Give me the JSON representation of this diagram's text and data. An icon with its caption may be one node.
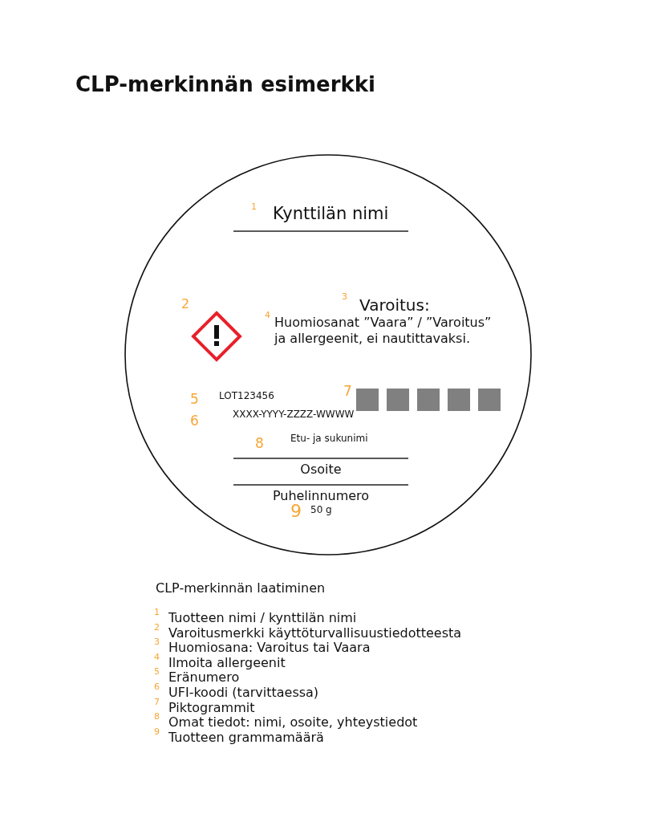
{
  "diagram": {
    "title": "CLP-merkinnän esimerkki",
    "nodes": [
      {
        "text": [
          "1",
          "Kynttilän nimi",
          "2",
          "3",
          "Varoitus:",
          "4",
          "Huomiosanat ”Vaara” / ”Varoitus” ja allergeenit, ei nautittavaksi.",
          "7",
          "5",
          "LOT123456",
          "6",
          "XXXX-YYYY-ZZZZ-WWWW",
          "8",
          "Etu- ja sukunimi",
          "Osoite",
          "Puhelinnumero",
          "9",
          "50 g"
        ]
      }
    ],
    "edges": [],
    "labels": [
      "CLP-merkinnän laatiminen",
      "1",
      "Tuotteen nimi / kynttilän nimi",
      "2",
      "Varoitusmerkki käyttöturvallisuustiedotteesta",
      "3",
      "Huomiosana: Varoitus tai Vaara",
      "4",
      "Ilmoita allergeenit",
      "5",
      "Eränumero",
      "6",
      "UFI-koodi (tarvittaessa)",
      "7",
      "Piktogrammit",
      "8",
      "Omat tiedot: nimi, osoite, yhteystiedot",
      "9",
      "Tuotteen grammamäärä"
    ]
  }
}
